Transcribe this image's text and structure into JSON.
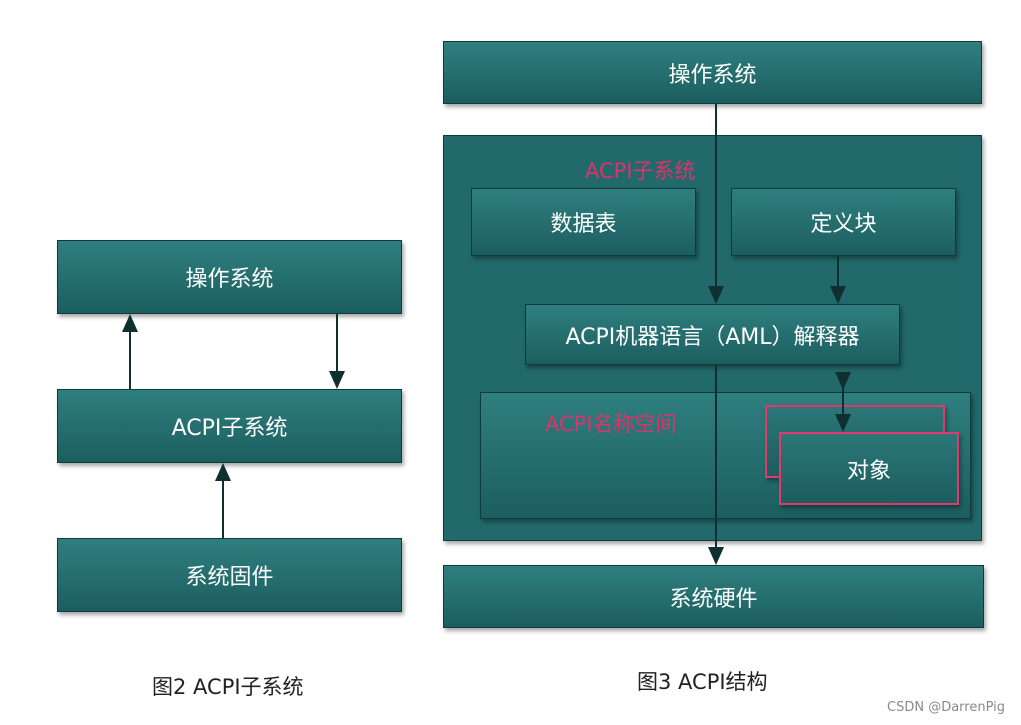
{
  "left": {
    "os": "操作系统",
    "acpi": "ACPI子系统",
    "firmware": "系统固件",
    "caption": "图2 ACPI子系统"
  },
  "right": {
    "os": "操作系统",
    "subsystem_label": "ACPI子系统",
    "tables": "数据表",
    "definition_blocks": "定义块",
    "interpreter": "ACPI机器语言（AML）解释器",
    "namespace_label": "ACPI名称空间",
    "objects": "对象",
    "hardware": "系统硬件",
    "caption": "图3 ACPI结构"
  },
  "watermark": "CSDN @DarrenPig",
  "colors": {
    "box_fill": "#236b6d",
    "accent_pink": "#e0326a",
    "arrow": "#0f2f30"
  }
}
